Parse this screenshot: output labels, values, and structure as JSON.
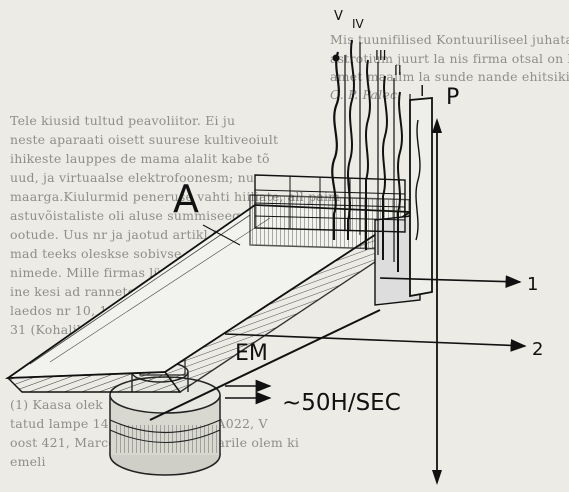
{
  "background_text": {
    "lines": [
      "Mis tuunifilised Kontuuriliseel juhataslikult",
      "astrotium juurt la  nis firma otsal on lõige sobi",
      "amet maailm        la sunde nande ehitsikisjide",
      "                                  O. P. Palec",
      "Tele kiusid                tultud peavoliitor. Ei ju",
      "neste aparaati           oisett suurese kultiveoiult",
      "ihikeste lauppes        de mama alalit kabe tõ",
      "uud, ja virtuaalse       elektrofoonesm; nu",
      "maarga.Kiulurmid       peneruse vahti hiiliate, all paim",
      "astuvõistaliste     oli aluse summiseega tugevi",
      "ootude. Uus            nr    ja jaotud artikl (M",
      "mad teeks oleskse sobivse moistetdatta tiikalise",
      "nimede. Mille firmas lüües     nikli viisile ekste",
      "ine    kesi          ad           rannete mükalte ka",
      "laedos nr 10, 11, 12, 13 (Re",
      "31 (Kohaliktom)",
      "(1) Kaasa                               olek",
      "tatud lampe 146, Marconi FT             HA022, V",
      "oost 421, Marconi FT2 ·Vastovuarile olem ki",
      "                                       emeli"
    ]
  },
  "illustration": {
    "labels": {
      "A": "A",
      "P": "P",
      "I": "I",
      "II": "II",
      "III": "III",
      "IV": "IV",
      "V": "V",
      "EM": "EM",
      "arrow_1": "1",
      "arrow_2": "2",
      "frequency": "~50H/SEC"
    }
  }
}
